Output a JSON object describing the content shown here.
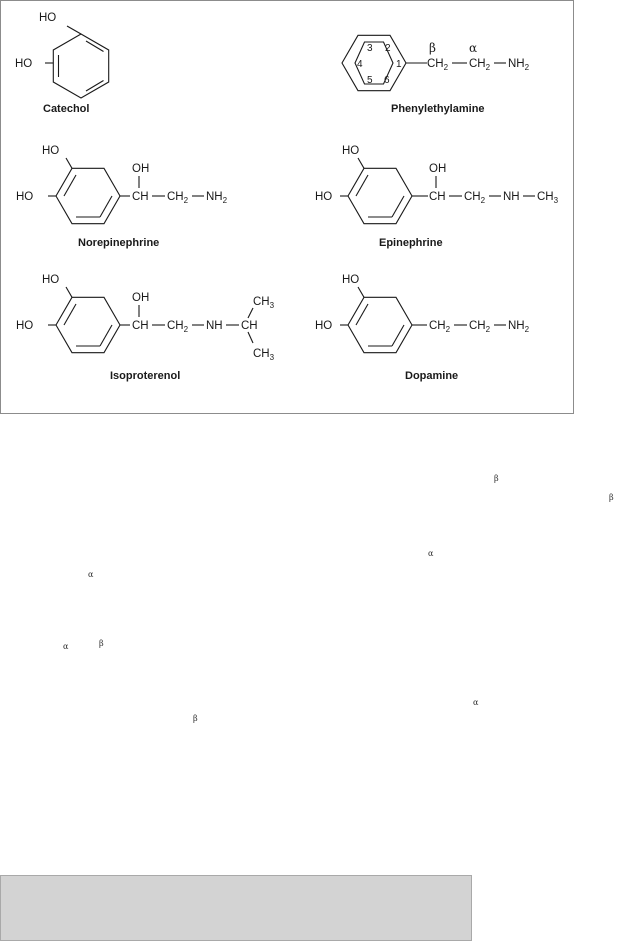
{
  "molecules": {
    "catechol": {
      "name": "Catechol",
      "labels": {
        "ho_top": "HO",
        "ho_left": "HO"
      }
    },
    "phenylethylamine": {
      "name": "Phenylethylamine",
      "ring_numbers": {
        "n1": "1",
        "n2": "2",
        "n3": "3",
        "n4": "4",
        "n5": "5",
        "n6": "6"
      },
      "labels": {
        "beta": "β",
        "alpha": "α",
        "ch2_a": "CH",
        "ch2_a_sub": "2",
        "ch2_b": "CH",
        "ch2_b_sub": "2",
        "nh2": "NH",
        "nh2_sub": "2"
      }
    },
    "norepinephrine": {
      "name": "Norepinephrine",
      "labels": {
        "ho_top": "HO",
        "ho_left": "HO",
        "oh": "OH",
        "ch": "CH",
        "ch2": "CH",
        "ch2_sub": "2",
        "nh2": "NH",
        "nh2_sub": "2"
      }
    },
    "epinephrine": {
      "name": "Epinephrine",
      "labels": {
        "ho_top": "HO",
        "ho_left": "HO",
        "oh": "OH",
        "ch": "CH",
        "ch2": "CH",
        "ch2_sub": "2",
        "nh": "NH",
        "ch3": "CH",
        "ch3_sub": "3"
      }
    },
    "isoproterenol": {
      "name": "Isoproterenol",
      "labels": {
        "ho_top": "HO",
        "ho_left": "HO",
        "oh": "OH",
        "ch": "CH",
        "ch2": "CH",
        "ch2_sub": "2",
        "nh": "NH",
        "ch_branch": "CH",
        "ch3_top": "CH",
        "ch3_top_sub": "3",
        "ch3_bottom": "CH",
        "ch3_bottom_sub": "3"
      }
    },
    "dopamine": {
      "name": "Dopamine",
      "labels": {
        "ho_top": "HO",
        "ho_left": "HO",
        "ch2_a": "CH",
        "ch2_a_sub": "2",
        "ch2_b": "CH",
        "ch2_b_sub": "2",
        "nh2": "NH",
        "nh2_sub": "2"
      }
    }
  },
  "text_fragments": {
    "f1": "β",
    "f2": "β",
    "f3": "α",
    "f4": "α",
    "f5": "α",
    "f6": "β",
    "f7": "α",
    "f8": "β"
  },
  "colors": {
    "panel_border": "#8c8c8c",
    "note_box": "#d3d3d3",
    "ink": "#1a1a1a"
  }
}
